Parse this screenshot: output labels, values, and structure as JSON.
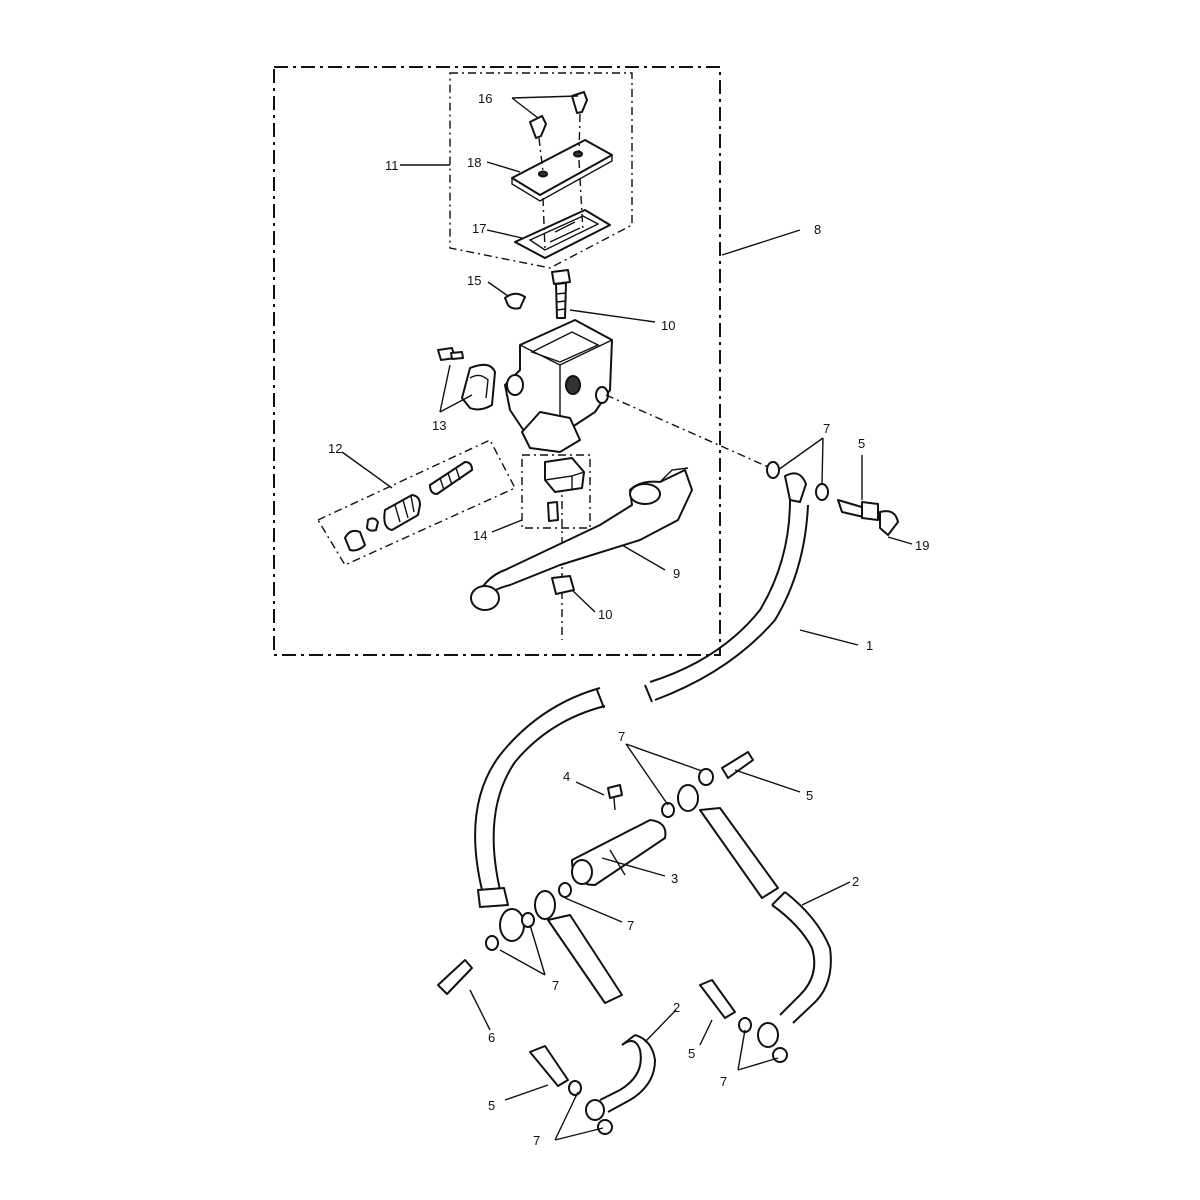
{
  "callouts": [
    {
      "id": "c16",
      "label": "16"
    },
    {
      "id": "c11",
      "label": "11"
    },
    {
      "id": "c18",
      "label": "18"
    },
    {
      "id": "c17",
      "label": "17"
    },
    {
      "id": "c8",
      "label": "8"
    },
    {
      "id": "c15",
      "label": "15"
    },
    {
      "id": "c10a",
      "label": "10"
    },
    {
      "id": "c13",
      "label": "13"
    },
    {
      "id": "c12",
      "label": "12"
    },
    {
      "id": "c14",
      "label": "14"
    },
    {
      "id": "c9",
      "label": "9"
    },
    {
      "id": "c10b",
      "label": "10"
    },
    {
      "id": "c7a",
      "label": "7"
    },
    {
      "id": "c5a",
      "label": "5"
    },
    {
      "id": "c19",
      "label": "19"
    },
    {
      "id": "c1",
      "label": "1"
    },
    {
      "id": "c7b",
      "label": "7"
    },
    {
      "id": "c5b",
      "label": "5"
    },
    {
      "id": "c4",
      "label": "4"
    },
    {
      "id": "c3",
      "label": "3"
    },
    {
      "id": "c7c",
      "label": "7"
    },
    {
      "id": "c2a",
      "label": "2"
    },
    {
      "id": "c7d",
      "label": "7"
    },
    {
      "id": "c6",
      "label": "6"
    },
    {
      "id": "c2b",
      "label": "2"
    },
    {
      "id": "c5c",
      "label": "5"
    },
    {
      "id": "c7e",
      "label": "7"
    },
    {
      "id": "c5d",
      "label": "5"
    },
    {
      "id": "c7f",
      "label": "7"
    }
  ]
}
